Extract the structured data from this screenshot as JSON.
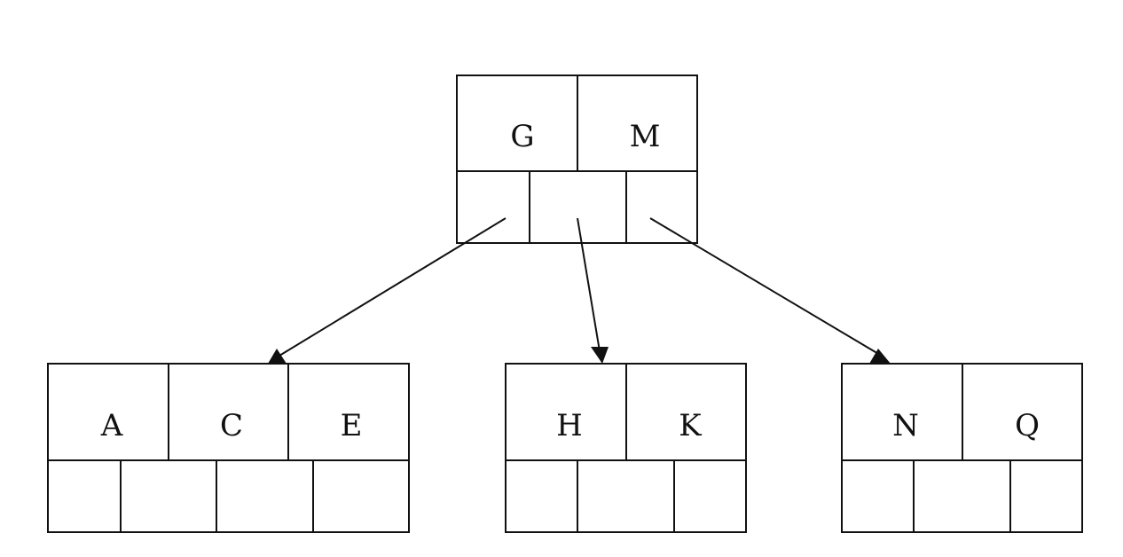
{
  "tree": {
    "root": {
      "keys": [
        "G",
        "M"
      ]
    },
    "children": [
      {
        "keys": [
          "A",
          "C",
          "E"
        ]
      },
      {
        "keys": [
          "H",
          "K"
        ]
      },
      {
        "keys": [
          "N",
          "Q"
        ]
      }
    ]
  },
  "colors": {
    "stroke": "#111111",
    "background": "#ffffff"
  }
}
